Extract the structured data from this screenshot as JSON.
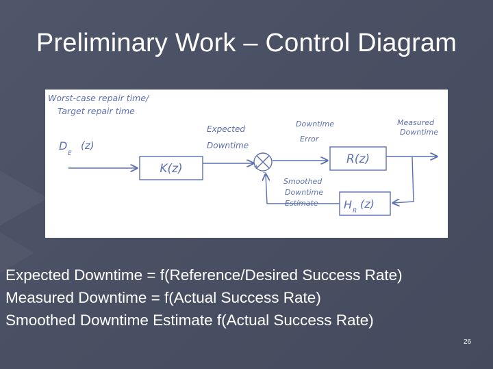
{
  "slide": {
    "title": "Preliminary Work – Control Diagram",
    "lines": [
      "Expected Downtime = f(Reference/Desired Success Rate)",
      "Measured Downtime = f(Actual Success Rate)",
      "Smoothed Downtime Estimate f(Actual Success Rate)"
    ],
    "page_number": "26"
  },
  "diagram": {
    "input_label_line1": "Worst-case repair time/",
    "input_label_line2": "Target repair time",
    "input_signal": "D",
    "input_signal_sub": "E",
    "input_signal_arg": "(z)",
    "expected_line1": "Expected",
    "expected_line2": "Downtime",
    "error_line1": "Downtime",
    "error_line2": "Error",
    "measured_line1": "Measured",
    "measured_line2": "Downtime",
    "smoothed_line1": "Smoothed",
    "smoothed_line2": "Downtime",
    "smoothed_line3": "Estimate",
    "block_k": "K(z)",
    "block_r": "R(z)",
    "block_h": "H",
    "block_h_sub": "R",
    "block_h_arg": "(z)",
    "sum_plus": "+",
    "sum_minus": "–"
  },
  "colors": {
    "background": "#4b5164",
    "diagram_ink": "#5c6fb0",
    "text": "#ffffff"
  }
}
